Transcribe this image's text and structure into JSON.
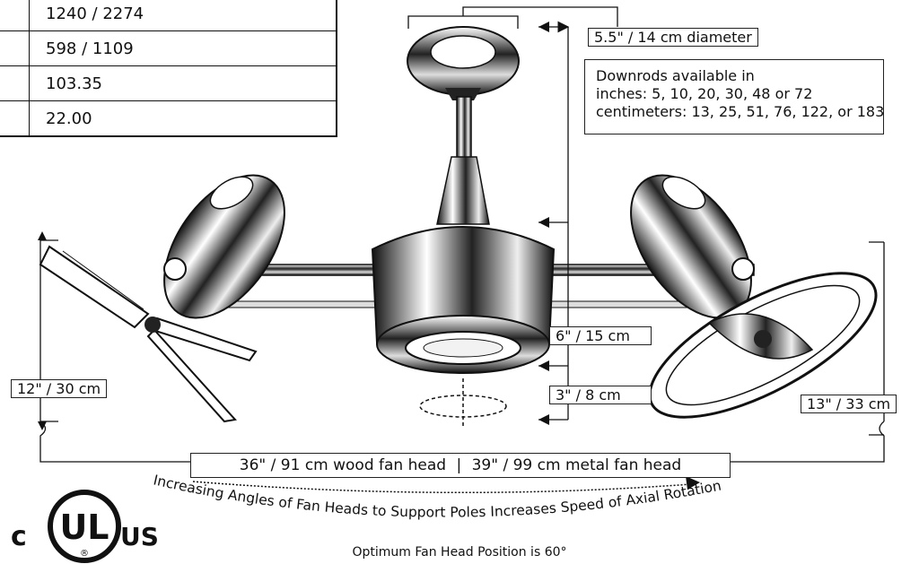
{
  "spec_table": {
    "rows": [
      {
        "value": "1240 / 2274"
      },
      {
        "value": "598 / 1109"
      },
      {
        "value": "103.35"
      },
      {
        "value": "22.00"
      }
    ]
  },
  "dimensions": {
    "canopy_diameter": "5.5\" / 14 cm diameter",
    "motor_height": "6\" / 15 cm",
    "light_height": "3\" / 8 cm",
    "wood_head_height": "12\" / 30 cm",
    "metal_head_height": "13\" / 33 cm",
    "width_wood": "36\" / 91 cm  wood fan head",
    "width_separator": "|",
    "width_metal": "39\" / 99 cm  metal fan head"
  },
  "downrods_note": {
    "line1": "Downrods available in",
    "line2": "inches: 5, 10, 20, 30, 48 or 72",
    "line3": "centimeters: 13, 25, 51, 76, 122, or 183"
  },
  "rotation_caption": "Increasing Angles of Fan Heads to Support Poles Increases Speed of Axial Rotation",
  "optimum_caption": "Optimum Fan Head Position is 60°",
  "certification": {
    "prefix": "c",
    "mark": "UL",
    "suffix": "US",
    "registered": "®"
  }
}
